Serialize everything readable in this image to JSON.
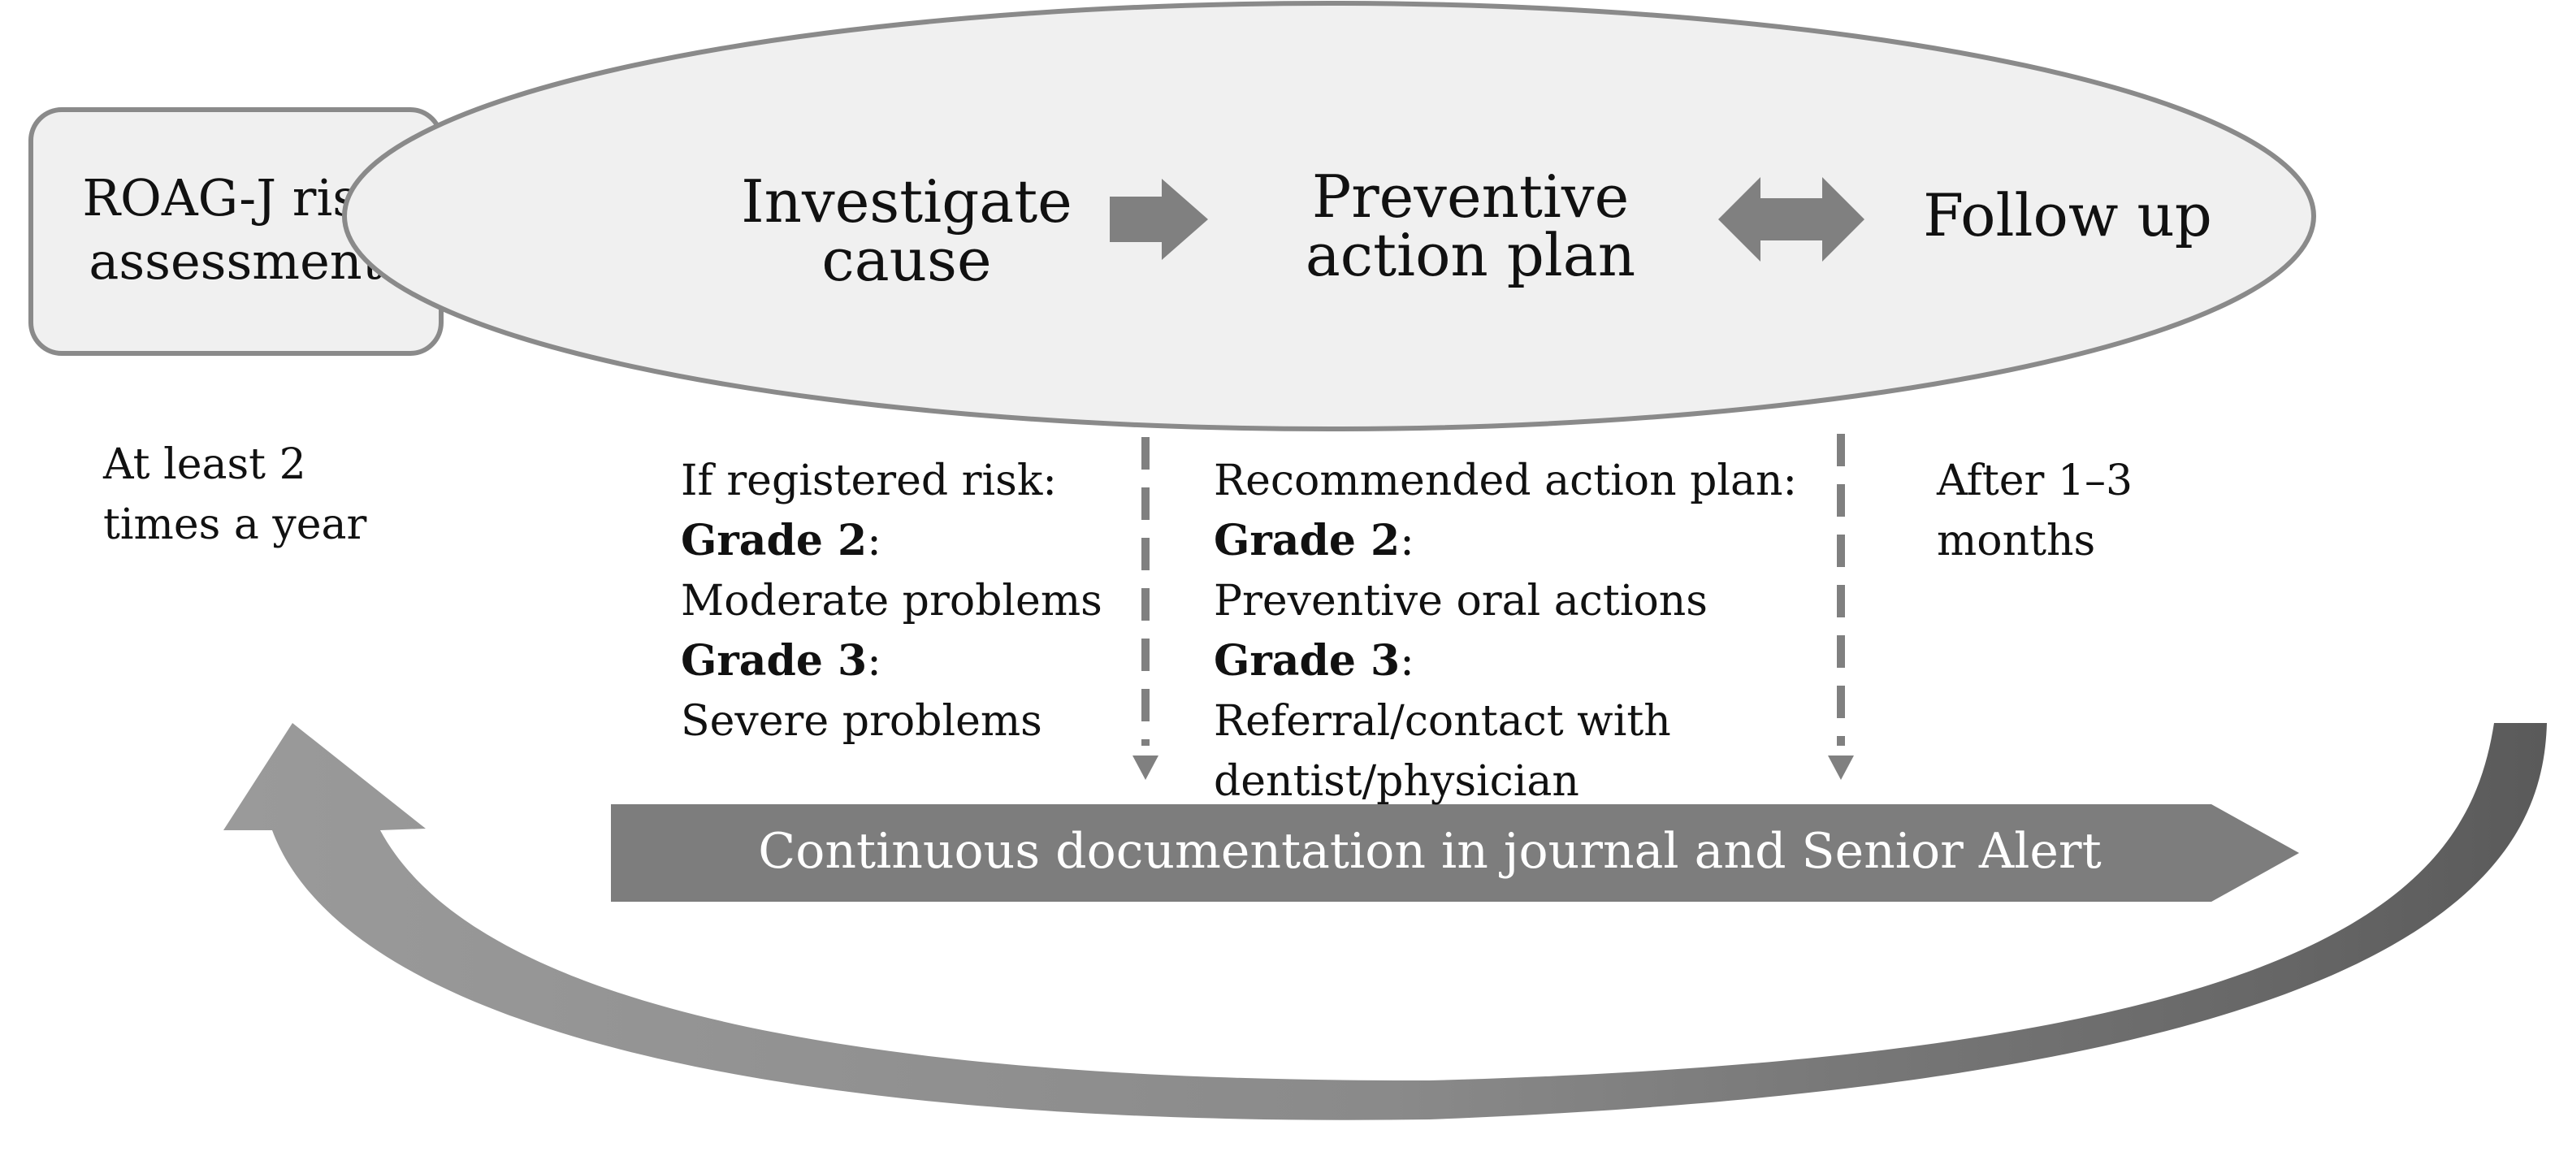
{
  "nodes": {
    "risk_assessment": {
      "line1": "ROAG-J risk",
      "line2": "assessment"
    },
    "investigate": {
      "line1": "Investigate",
      "line2": "cause"
    },
    "preventive": {
      "line1": "Preventive",
      "line2": "action plan"
    },
    "follow_up": {
      "label": "Follow up"
    }
  },
  "notes": {
    "frequency": {
      "line1": "At least 2",
      "line2": "times a year"
    },
    "registered_risk": {
      "intro": "If registered risk:",
      "grade2_label": "Grade 2",
      "grade2_desc": "Moderate problems",
      "grade3_label": "Grade 3",
      "grade3_desc": "Severe problems"
    },
    "recommended_plan": {
      "intro": "Recommended action plan:",
      "grade2_label": "Grade 2",
      "grade2_desc": "Preventive oral actions",
      "grade3_label": "Grade 3",
      "grade3_desc_line1": "Referral/contact with",
      "grade3_desc_line2": "dentist/physician"
    },
    "follow_up_timing": {
      "line1": "After 1–3",
      "line2": "months"
    }
  },
  "banner": {
    "label": "Continuous documentation in journal and Senior Alert"
  },
  "colors": {
    "box_fill": "#f0f0f0",
    "box_stroke": "#8a8a8a",
    "arrow": "#808080",
    "banner": "#7d7d7d",
    "banner_text": "#ffffff",
    "cycle_arrow": "#808080"
  }
}
